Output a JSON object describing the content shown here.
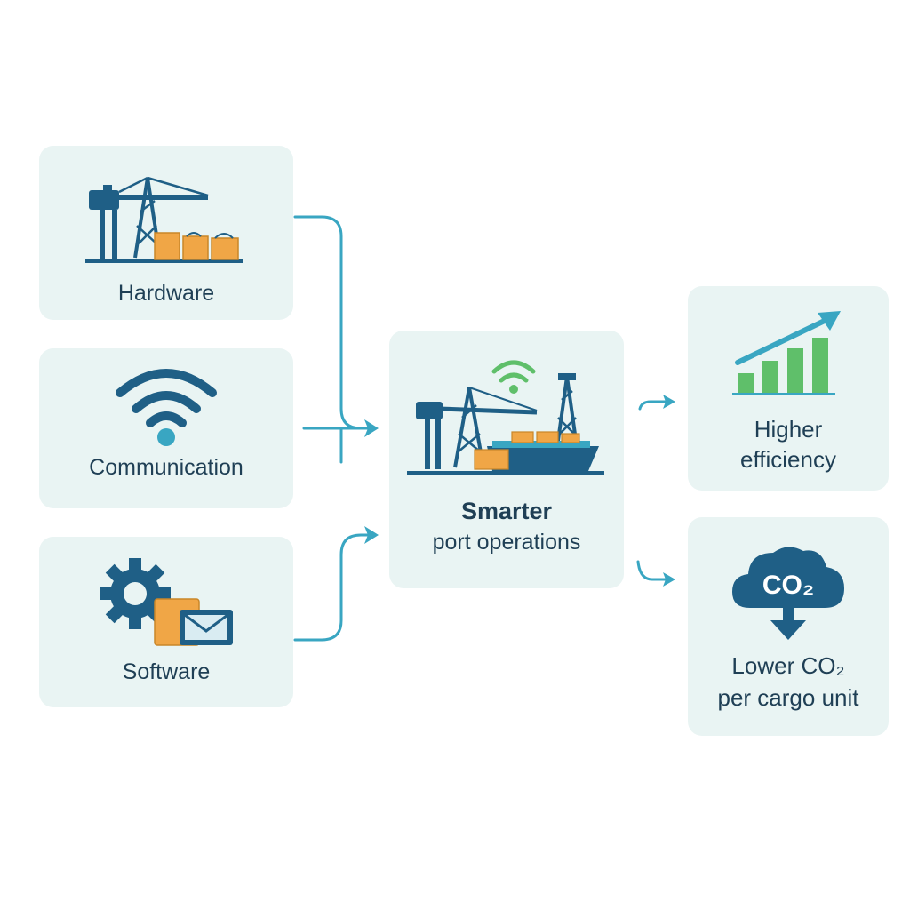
{
  "inputs": {
    "hardware": {
      "label": "Hardware",
      "icon": "port-crane-icon"
    },
    "communication": {
      "label": "Communication",
      "icon": "wifi-icon"
    },
    "software": {
      "label": "Software",
      "icon": "gear-software-icon"
    }
  },
  "center": {
    "title": "Smarter",
    "subtitle": "port operations",
    "icon": "port-ship-crane-icon"
  },
  "outputs": {
    "efficiency": {
      "line1": "Higher",
      "line2": "efficiency",
      "icon": "growth-chart-icon"
    },
    "co2": {
      "line1": "Lower CO₂",
      "line2": "per cargo unit",
      "icon_text": "CO₂",
      "icon": "co2-cloud-icon"
    }
  },
  "colors": {
    "card_bg": "#e9f4f3",
    "navy": "#1f5f86",
    "teal": "#39a6c2",
    "orange": "#f0a646",
    "green": "#5fbf6a",
    "text": "#1f3f55"
  }
}
